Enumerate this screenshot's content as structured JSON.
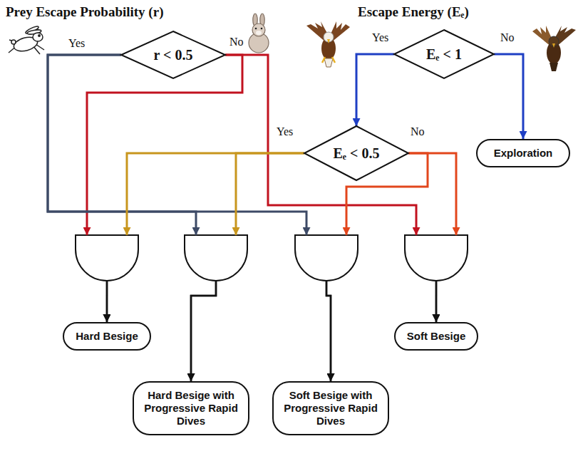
{
  "diagram": {
    "nodes": [
      {
        "text": [
          "r < 0.5"
        ]
      },
      {
        "text": [
          "Eₑ < 1"
        ]
      },
      {
        "text": [
          "Eₑ < 0.5"
        ]
      },
      {
        "text": [
          "Exploration"
        ]
      },
      {
        "text": [
          "Hard Besige"
        ]
      },
      {
        "text": [
          "Soft Besige"
        ]
      },
      {
        "text": [
          "Hard Besige with Progressive Rapid Dives"
        ]
      },
      {
        "text": [
          "Soft Besige with Progressive Rapid Dives"
        ]
      }
    ],
    "edges": [
      {
        "from": 1,
        "to": 2,
        "arrow": "to"
      },
      {
        "from": 1,
        "to": 3,
        "arrow": "to"
      },
      {
        "from": 0,
        "to": 4,
        "arrow": "to"
      },
      {
        "from": 0,
        "to": 6,
        "arrow": "to"
      },
      {
        "from": 0,
        "to": 7,
        "arrow": "to"
      },
      {
        "from": 0,
        "to": 5,
        "arrow": "to"
      },
      {
        "from": 2,
        "to": 4,
        "arrow": "to"
      },
      {
        "from": 2,
        "to": 6,
        "arrow": "to"
      },
      {
        "from": 2,
        "to": 7,
        "arrow": "to"
      },
      {
        "from": 2,
        "to": 5,
        "arrow": "to"
      }
    ],
    "labels": [
      "Prey Escape Probability (r)",
      "Escape Energy (Eₑ)",
      "Yes",
      "No",
      "Yes",
      "No",
      "Yes",
      "No"
    ]
  }
}
